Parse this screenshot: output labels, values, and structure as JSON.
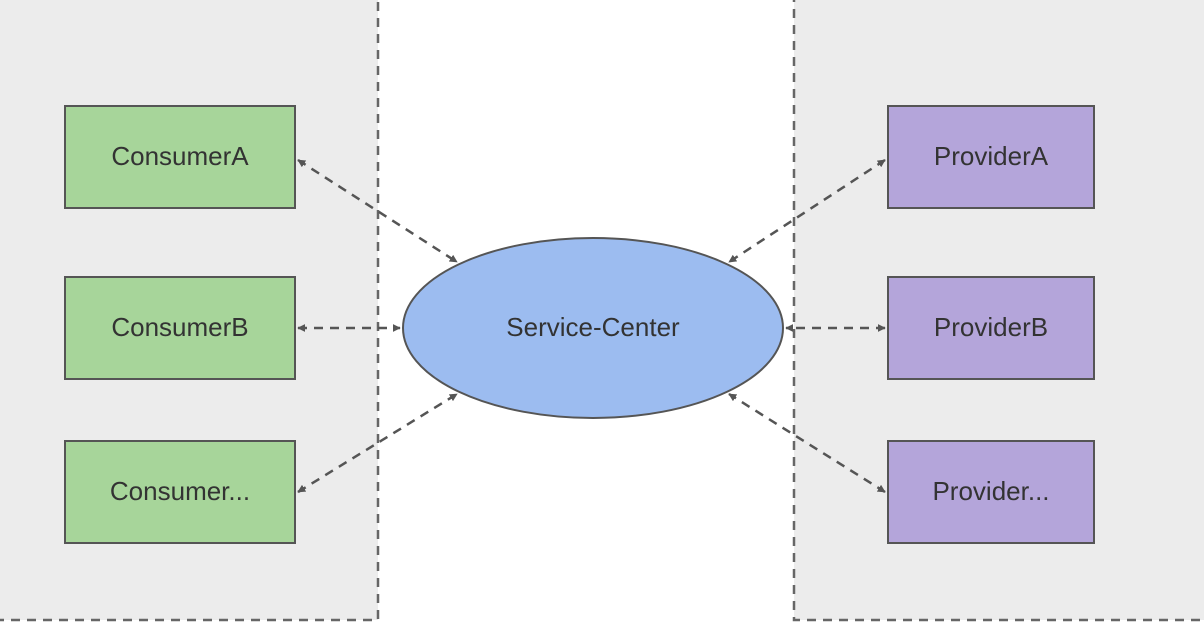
{
  "diagram": {
    "center": {
      "label": "Service-Center"
    },
    "consumers": [
      {
        "label": "ConsumerA"
      },
      {
        "label": "ConsumerB"
      },
      {
        "label": "Consumer..."
      }
    ],
    "providers": [
      {
        "label": "ProviderA"
      },
      {
        "label": "ProviderB"
      },
      {
        "label": "Provider..."
      }
    ]
  },
  "colors": {
    "group_fill": "#ececec",
    "group_border": "#666666",
    "consumer_fill": "#a7d59a",
    "provider_fill": "#b4a5da",
    "center_fill": "#9cbcf0",
    "stroke": "#555555",
    "arrow": "#555555",
    "text": "#333333"
  }
}
